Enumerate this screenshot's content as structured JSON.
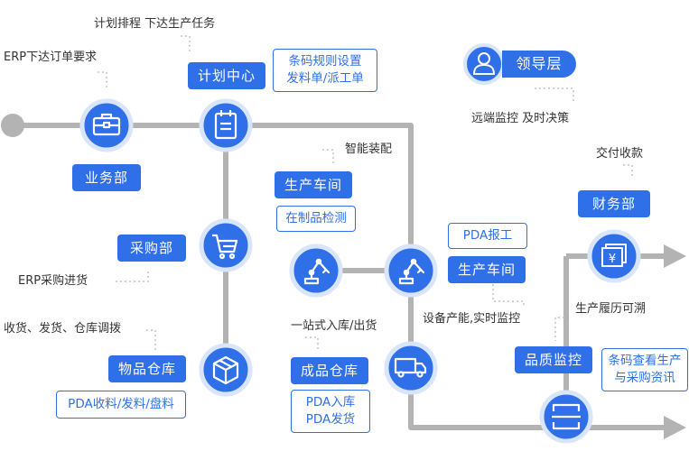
{
  "colors": {
    "primary": "#2f6fe8",
    "line": "#b3b3b3",
    "text": "#333333",
    "dot": "#cccccc"
  },
  "annotations": {
    "plan_tasks": "计划排程 下达生产任务",
    "erp_order": "ERP下达订单要求",
    "remote_monitor": "远端监控 及时决策",
    "smart_assembly": "智能装配",
    "delivery_payment": "交付收款",
    "erp_purchase": "ERP采购进货",
    "warehouse_ops": "收货、发货、仓库调拨",
    "production_trace": "生产履历可溯",
    "one_stop": "一站式入库/出货",
    "capacity_monitor": "设备产能,实时监控"
  },
  "tags": {
    "plan_center": "计划中心",
    "business_dept": "业务部",
    "leadership": "领导层",
    "workshop1": "生产车间",
    "workshop2": "生产车间",
    "finance": "财务部",
    "purchase": "采购部",
    "goods_warehouse": "物品仓库",
    "finished_warehouse": "成品仓库",
    "quality": "品质监控"
  },
  "boxes": {
    "barcode_rules": [
      "条码规则设置",
      "发料单/派工单"
    ],
    "wip_check": [
      "在制品检测"
    ],
    "pda_report": [
      "PDA报工"
    ],
    "pda_receive": [
      "PDA收料/发料/盘料"
    ],
    "pda_in_out": [
      "PDA入库",
      "PDA发货"
    ],
    "barcode_trace": [
      "条码查看生产",
      "与采购资讯"
    ]
  },
  "icons": [
    "briefcase-icon",
    "clipboard-icon",
    "cart-icon",
    "box-icon",
    "robot-arm-icon",
    "robot-arm-icon",
    "truck-icon",
    "scanner-icon",
    "invoice-icon",
    "user-icon"
  ]
}
